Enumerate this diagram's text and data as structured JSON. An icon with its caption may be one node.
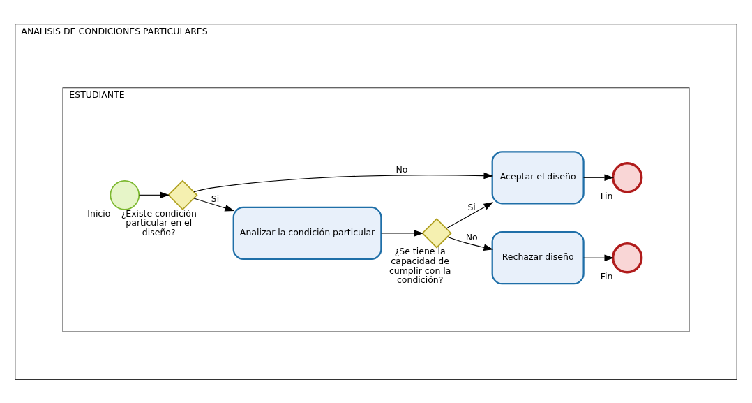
{
  "diagram": {
    "nodes": [
      {
        "text": [
          "ANALISIS DE CONDICIONES PARTICULARES"
        ]
      },
      {
        "text": [
          "ESTUDIANTE"
        ],
        "in": 0
      },
      {
        "text": [],
        "shape": "circle",
        "in": 1,
        "beside": [
          "Inicio"
        ]
      },
      {
        "text": [],
        "shape": "diamond",
        "in": 1,
        "beside": [
          "¿Existe condición particular en el diseño?"
        ]
      },
      {
        "text": [
          "Analizar la condición particular"
        ],
        "in": 1
      },
      {
        "text": [],
        "shape": "diamond",
        "in": 1,
        "beside": [
          "¿Se tiene la capacidad de cumplir con la condición?"
        ]
      },
      {
        "text": [
          "Aceptar el diseño"
        ],
        "in": 1
      },
      {
        "text": [],
        "shape": "circle",
        "in": 1,
        "beside": [
          "Fin"
        ]
      },
      {
        "text": [
          "Rechazar diseño"
        ],
        "in": 1
      },
      {
        "text": [],
        "shape": "circle",
        "in": 1,
        "beside": [
          "Fin"
        ]
      }
    ],
    "edges": [
      {
        "from": 2,
        "to": 3,
        "arrow": "to"
      },
      {
        "from": 3,
        "to": 4,
        "arrow": "to",
        "label": "Si"
      },
      {
        "from": 4,
        "to": 5,
        "arrow": "to"
      },
      {
        "from": 5,
        "to": 6,
        "arrow": "to",
        "label": "Si"
      },
      {
        "from": 6,
        "to": 7,
        "arrow": "to"
      },
      {
        "from": 5,
        "to": 8,
        "arrow": "to",
        "label": "No"
      },
      {
        "from": 8,
        "to": 9,
        "arrow": "to"
      },
      {
        "from": 3,
        "to": 6,
        "arrow": "to",
        "label": "No"
      }
    ]
  }
}
